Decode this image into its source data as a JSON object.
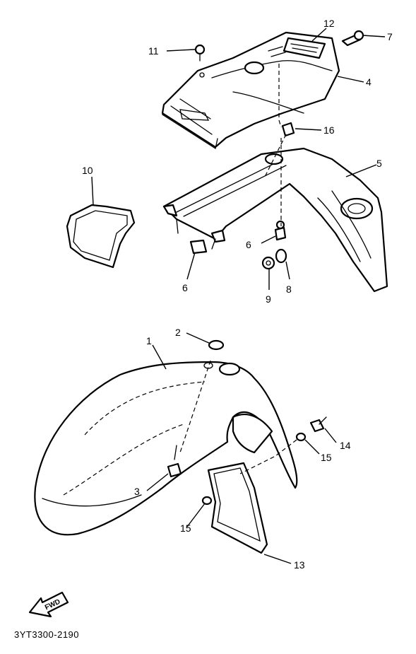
{
  "diagram": {
    "part_code": "3YT3300-2190",
    "fwd_label": "FWD",
    "callouts": [
      {
        "id": "1",
        "label": "1"
      },
      {
        "id": "2",
        "label": "2"
      },
      {
        "id": "3",
        "label": "3"
      },
      {
        "id": "4",
        "label": "4"
      },
      {
        "id": "5",
        "label": "5"
      },
      {
        "id": "6a",
        "label": "6"
      },
      {
        "id": "6b",
        "label": "6"
      },
      {
        "id": "7",
        "label": "7"
      },
      {
        "id": "8",
        "label": "8"
      },
      {
        "id": "9",
        "label": "9"
      },
      {
        "id": "10",
        "label": "10"
      },
      {
        "id": "11",
        "label": "11"
      },
      {
        "id": "12",
        "label": "12"
      },
      {
        "id": "13",
        "label": "13"
      },
      {
        "id": "14",
        "label": "14"
      },
      {
        "id": "15a",
        "label": "15"
      },
      {
        "id": "15b",
        "label": "15"
      },
      {
        "id": "16",
        "label": "16"
      }
    ]
  }
}
